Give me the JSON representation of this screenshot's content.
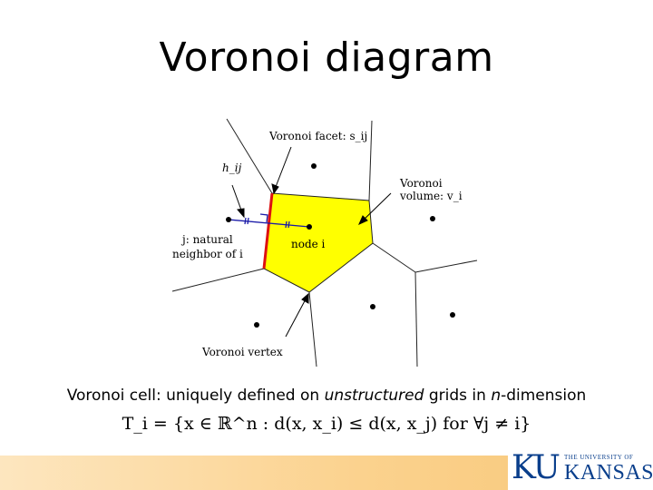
{
  "slide": {
    "title": "Voronoi diagram",
    "caption": {
      "part1": "Voronoi cell: uniquely defined on ",
      "emph1": "unstructured",
      "part2": " grids in ",
      "emph2": "n",
      "part3": "-dimension"
    },
    "formula": "T_i = {x ∈ ℝ^n : d(x, x_i) ≤ d(x, x_j) for ∀j ≠ i}"
  },
  "diagram": {
    "labels": {
      "facet": "Voronoi facet: s_ij",
      "hij": "h_ij",
      "volume_line1": "Voronoi",
      "volume_line2": "volume: v_i",
      "neighbor_line1": "j: natural",
      "neighbor_line2": "neighbor of i",
      "node": "node i",
      "vertex": "Voronoi vertex"
    },
    "colors": {
      "cell_fill": "#ffff00",
      "facet": "#dd1111",
      "hij": "#1a1aa8"
    }
  },
  "logo": {
    "mark": "KU",
    "small": "THE UNIVERSITY OF",
    "big": "KANSAS"
  }
}
